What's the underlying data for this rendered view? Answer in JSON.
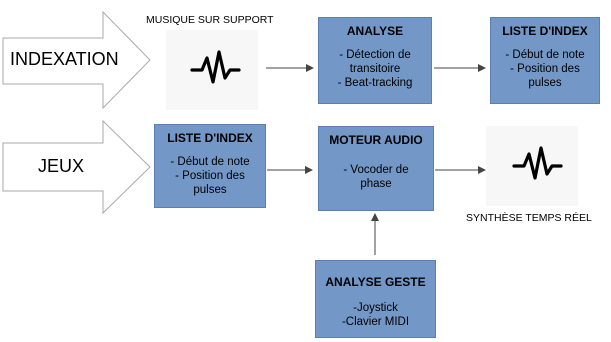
{
  "big_arrows": {
    "indexation": "INDEXATION",
    "jeux": "JEUX"
  },
  "captions": {
    "input_signal": "MUSIQUE SUR SUPPORT",
    "output_signal": "SYNTHÈSE TEMPS RÉEL"
  },
  "boxes": {
    "analyse": {
      "title": "ANALYSE",
      "lines": [
        "- Détection de",
        "transitoire",
        "- Beat-tracking"
      ]
    },
    "liste_index_top": {
      "title": "LISTE D'INDEX",
      "lines": [
        "- Début de note",
        "- Position des",
        "pulses"
      ]
    },
    "liste_index_left": {
      "title": "LISTE D'INDEX",
      "lines": [
        "- Début de note",
        "- Position des",
        "pulses"
      ]
    },
    "moteur_audio": {
      "title": "MOTEUR AUDIO",
      "lines": [
        "- Vocoder de",
        "phase"
      ]
    },
    "analyse_geste": {
      "title": "ANALYSE GESTE",
      "lines": [
        "-Joystick",
        "-Clavier MIDI"
      ]
    }
  },
  "icons": {
    "input_signal": "waveform-icon",
    "output_signal": "waveform-icon"
  },
  "colors": {
    "box_fill": "#7397c6",
    "arrow_outline": "#a9a9a9"
  }
}
